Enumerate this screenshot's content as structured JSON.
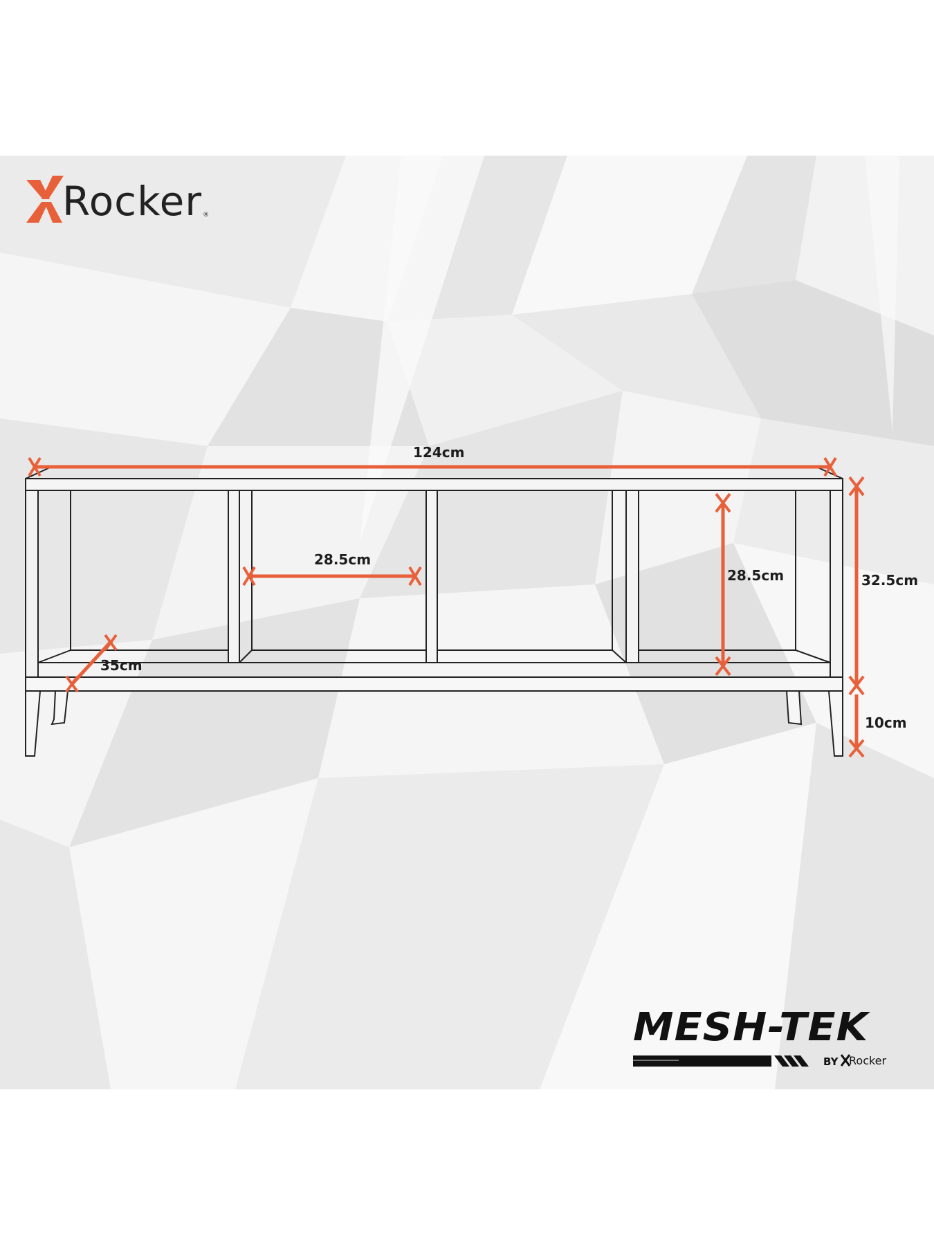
{
  "brand": {
    "name": "XRocker",
    "logo_text": "Rocker",
    "registered_mark": "®",
    "accent_color": "#e8603a"
  },
  "product_logo": {
    "title": "MESH-TEK",
    "by_label": "BY",
    "by_brand": "Rocker"
  },
  "diagram": {
    "subject": "TV unit front view with dimensions",
    "line_color": "#222222",
    "dimension_color": "#e8603a",
    "dimensions": {
      "total_width": "124cm",
      "compartment_width": "28.5cm",
      "compartment_height": "28.5cm",
      "depth": "35cm",
      "body_height": "32.5cm",
      "leg_height": "10cm"
    }
  },
  "colors": {
    "page_background": "#ffffff",
    "panel_background": "#efefef",
    "text": "#1d1d1d"
  }
}
